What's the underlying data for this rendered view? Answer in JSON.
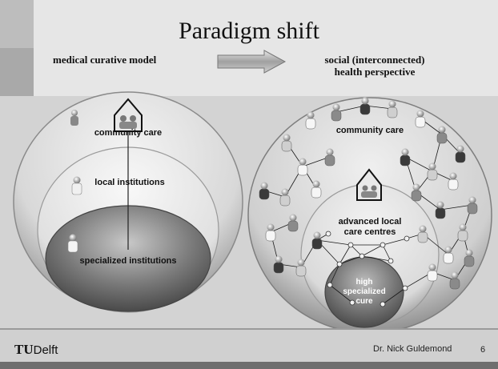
{
  "slide": {
    "title": "Paradigm shift",
    "left_heading": "medical curative model",
    "right_heading_line1": "social (interconnected)",
    "right_heading_line2": "health perspective"
  },
  "left_diagram": {
    "outer_label": "community care",
    "middle_label": "local institutions",
    "inner_label": "specialized institutions"
  },
  "right_diagram": {
    "outer_label": "community care",
    "middle_label_line1": "advanced local",
    "middle_label_line2": "care centres",
    "inner_label_line1": "high",
    "inner_label_line2": "specialized",
    "inner_label_line3": "cure"
  },
  "footer": {
    "logo_text": "Delft",
    "logo_prefix": "TU",
    "author": "Dr. Nick Guldemond",
    "page": "6"
  }
}
